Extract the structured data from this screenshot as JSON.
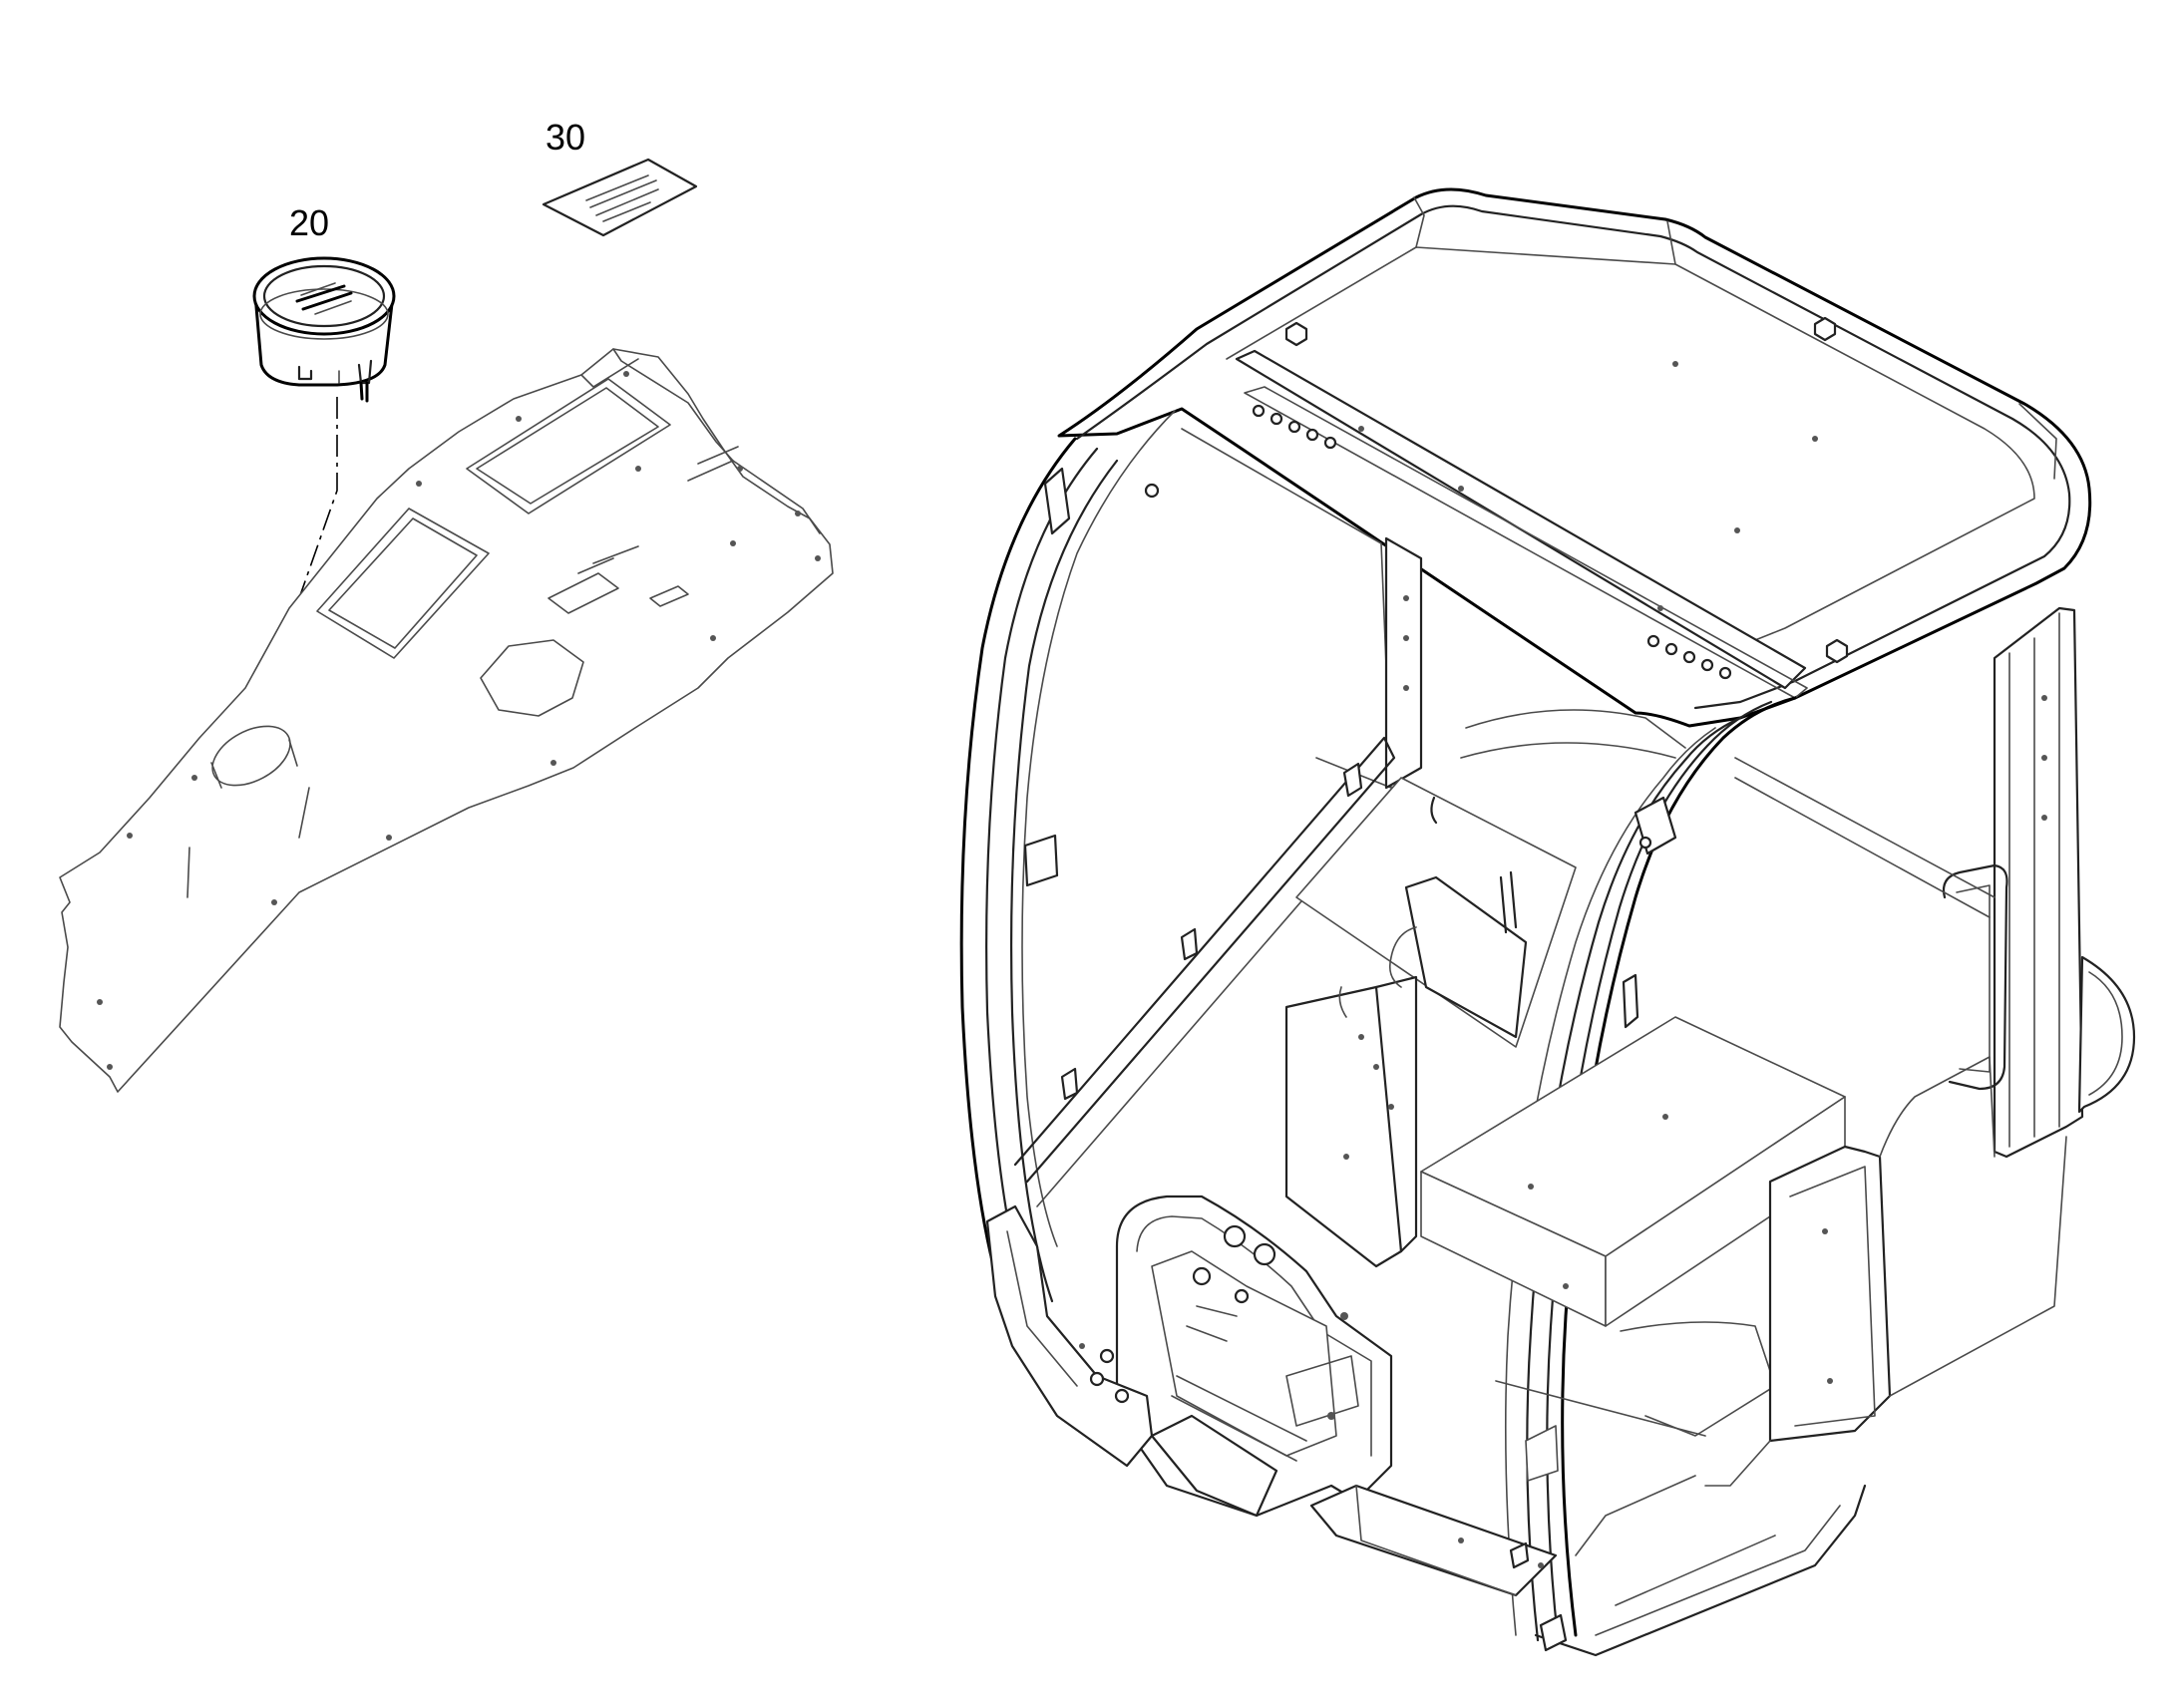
{
  "callouts": {
    "gauge": "20",
    "decal": "30"
  },
  "colors": {
    "background": "#ffffff",
    "line": "#000000"
  },
  "parts": [
    {
      "callout": "20",
      "icon": "round-gauge-icon"
    },
    {
      "callout": "30",
      "icon": "decal-label-icon"
    }
  ]
}
